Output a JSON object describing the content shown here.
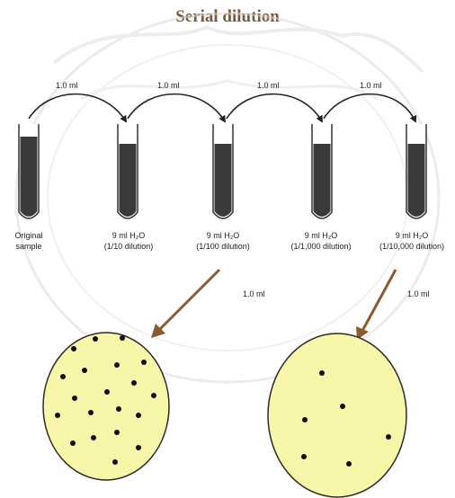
{
  "title": "Serial dilution",
  "transfer_labels": [
    "1.0 ml",
    "1.0 ml",
    "1.0 ml",
    "1.0 ml"
  ],
  "tubes": [
    {
      "line1": "Original",
      "line2": "sample"
    },
    {
      "line1": "9 ml H₂O",
      "line2": "(1/10 dilution)"
    },
    {
      "line1": "9 ml H₂O",
      "line2": "(1/100 dilution)"
    },
    {
      "line1": "9 ml H₂O",
      "line2": "(1/1,000 dilution)"
    },
    {
      "line1": "9 ml H₂O",
      "line2": "(1/10,000 dilution)"
    }
  ],
  "plating_labels": [
    "1.0 ml",
    "1.0 ml"
  ],
  "colors": {
    "title": "#7a5a3a",
    "plate_fill": "#f8f6a8",
    "plating_arrow": "#8a5a30",
    "tube_liquid": "#3a3a3a",
    "watermark": "#d8d8d8"
  },
  "plates": [
    {
      "colony_count": 20
    },
    {
      "colony_count": 6
    }
  ]
}
